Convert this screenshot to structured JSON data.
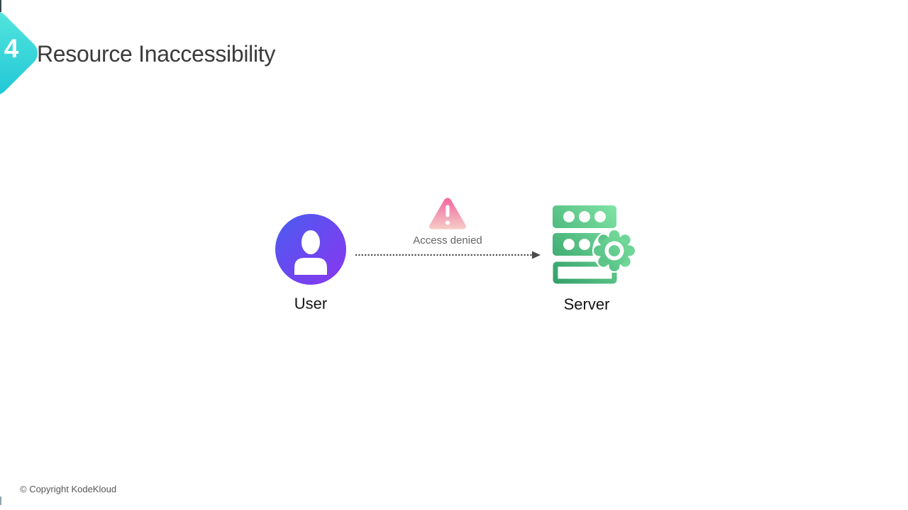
{
  "slide": {
    "badge_number": "4",
    "title": "Resource Inaccessibility",
    "footer_copyright": "© Copyright KodeKloud"
  },
  "diagram": {
    "user": {
      "label": "User",
      "icon": "user-icon"
    },
    "server": {
      "label": "Server",
      "icon": "server-gear-icon"
    },
    "connection": {
      "label": "Access denied",
      "icon": "warning-triangle-icon",
      "arrow": "dotted-arrow-right"
    }
  },
  "colors": {
    "badge_gradient_start": "#56e7de",
    "badge_gradient_end": "#1ec5d6",
    "user_gradient_start": "#4a5cf1",
    "user_gradient_end": "#8a36ee",
    "server_gradient_start": "#2f9d66",
    "server_gradient_end": "#8df0ae",
    "warning_gradient_start": "#ee5f9c",
    "warning_gradient_end": "#f7d2c9",
    "title_text": "#3b3b3b",
    "label_text": "#141414",
    "muted_text": "#666666",
    "arrow": "#4a4a4a"
  }
}
